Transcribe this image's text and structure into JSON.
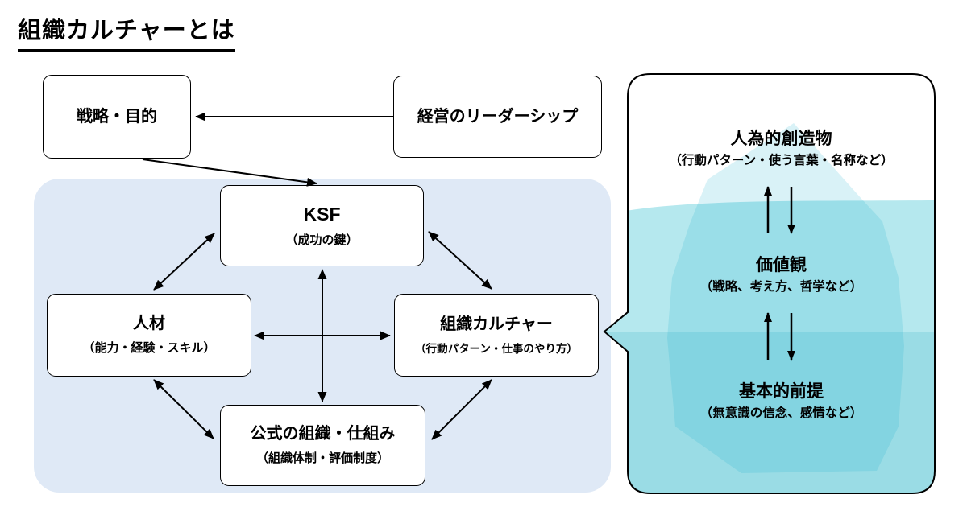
{
  "title": "組織カルチャーとは",
  "flow": {
    "strategy": {
      "label": "戦略・目的"
    },
    "leadership": {
      "label": "経営のリーダーシップ"
    }
  },
  "diamond": {
    "ksf": {
      "title": "KSF",
      "subtitle": "（成功の鍵）"
    },
    "talent": {
      "title": "人材",
      "subtitle": "（能力・経験・スキル）"
    },
    "culture": {
      "title": "組織カルチャー",
      "subtitle": "（行動パターン・仕事のやり方）"
    },
    "formal_org": {
      "title": "公式の組織・仕組み",
      "subtitle": "（組織体制・評価制度）"
    }
  },
  "iceberg": {
    "levels": [
      {
        "title": "人為的創造物",
        "subtitle": "（行動パターン・使う言葉・名称など）"
      },
      {
        "title": "価値観",
        "subtitle": "（戦略、考え方、哲学など）"
      },
      {
        "title": "基本的前提",
        "subtitle": "（無意識の信念、感情など）"
      }
    ]
  },
  "colors": {
    "group_bg": "#dfe9f6",
    "water_upper": "#b5e8ee",
    "water_lower": "#9adce5",
    "iceberg_overlay": "rgba(0,170,200,0.15)",
    "line": "#000000"
  }
}
